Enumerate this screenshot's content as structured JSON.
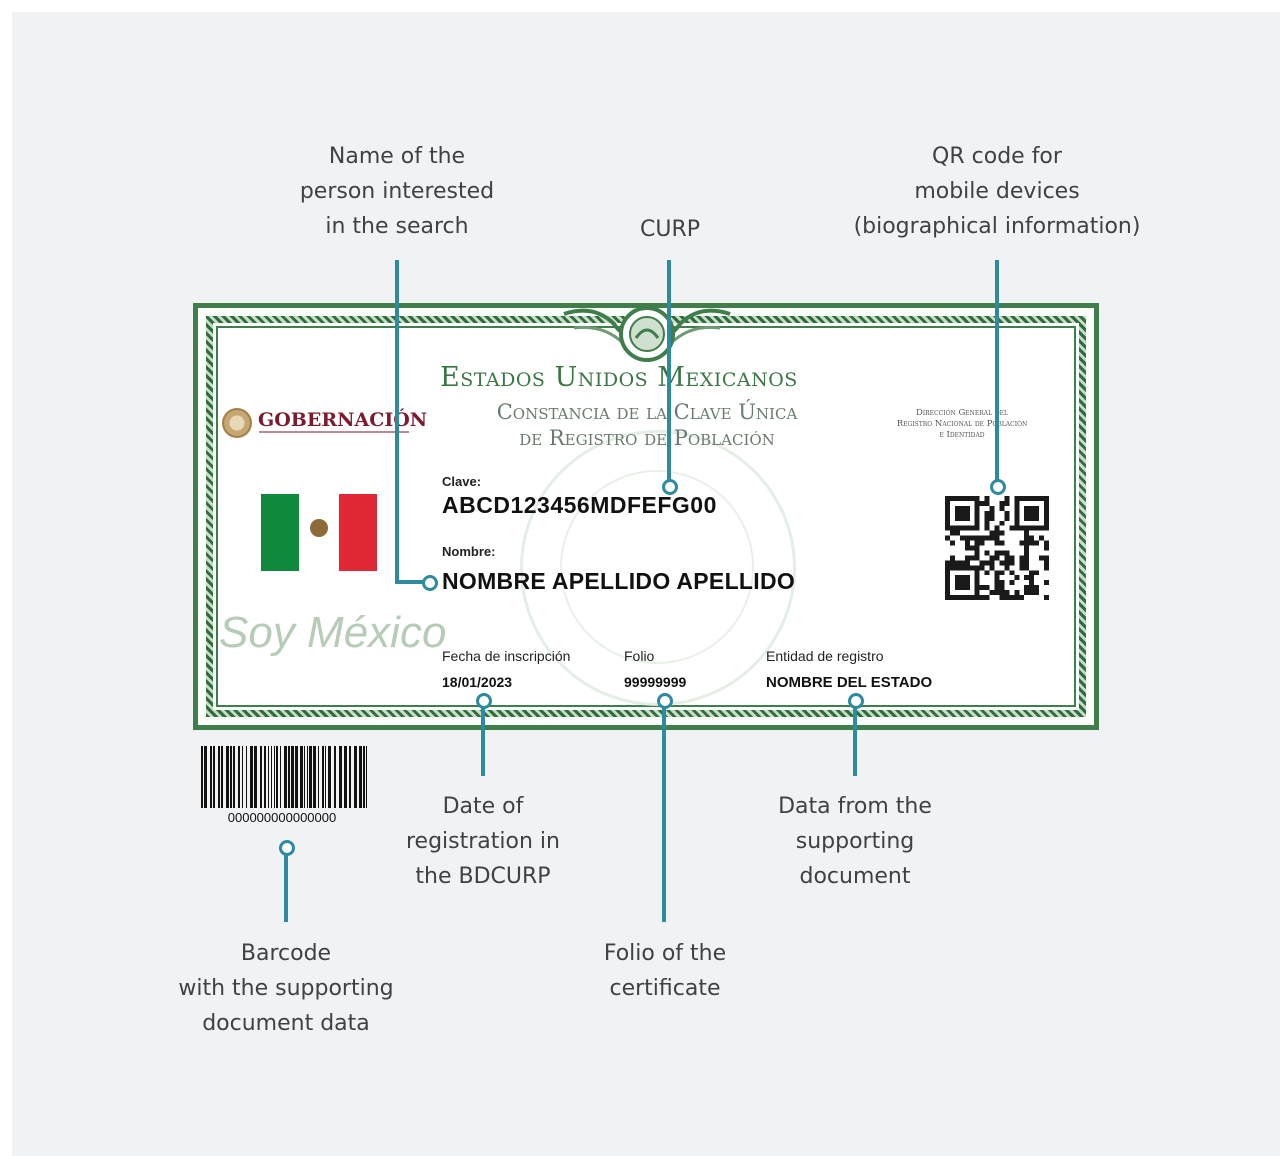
{
  "callouts": {
    "name_person": "Name of the\nperson interested\nin the search",
    "curp": "CURP",
    "qr": "QR code for\nmobile devices\n(biographical information)",
    "date": "Date of\nregistration in\nthe BDCURP",
    "folio": "Folio of the\ncertificate",
    "supporting": "Data from the\nsupporting\ndocument",
    "barcode": "Barcode\nwith the supporting\ndocument data"
  },
  "card": {
    "title": "Estados Unidos Mexicanos",
    "subtitle_line1": "Constancia de la Clave Única",
    "subtitle_line2": "de Registro de Población",
    "agency": "GOBERNACIÓN",
    "department": "Dirección General del\nRegistro Nacional de Población\ne Identidad",
    "slogan": "Soy México",
    "clave_label": "Clave:",
    "clave_value": "ABCD123456MDFEFG00",
    "nombre_label": "Nombre:",
    "nombre_value": "NOMBRE APELLIDO APELLIDO",
    "fecha_label": "Fecha de inscripción",
    "fecha_value": "18/01/2023",
    "folio_label": "Folio",
    "folio_value": "99999999",
    "entidad_label": "Entidad de registro",
    "entidad_value": "NOMBRE DEL ESTADO",
    "barcode_number": "000000000000000"
  },
  "colors": {
    "callout_line": "#2e8a9e",
    "card_border": "#3f7d4a",
    "agency_text": "#7c1b2f"
  }
}
